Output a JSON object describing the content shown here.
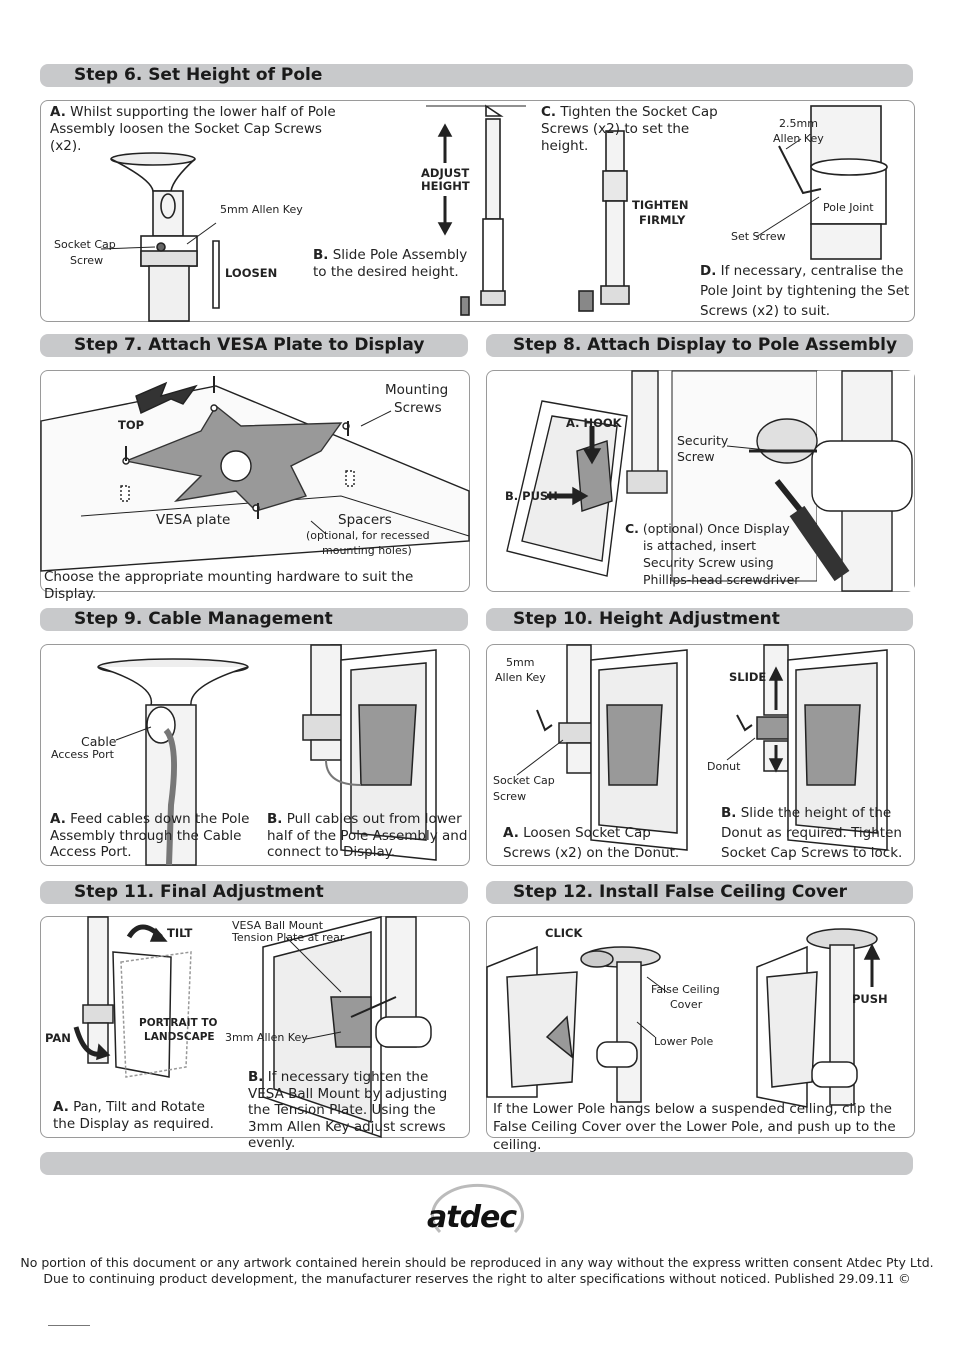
{
  "step6": {
    "title": "Step 6. Set Height of Pole",
    "a_letter": "A.",
    "a_text": "Whilst supporting the lower half of Pole Assembly loosen the Socket Cap Screws (x2).",
    "allen5": "5mm Allen Key",
    "socket_cap": "Socket Cap",
    "screw": "Screw",
    "loosen": "LOOSEN",
    "adjust": "ADJUST",
    "height": "HEIGHT",
    "b_letter": "B.",
    "b_text": "Slide Pole Assembly to the desired height.",
    "c_letter": "C.",
    "c_text": "Tighten the Socket Cap Screws (x2) to set the height.",
    "tighten": "TIGHTEN",
    "firmly": "FIRMLY",
    "allen25a": "2.5mm",
    "allen25b": "Allen Key",
    "pole_joint": "Pole Joint",
    "set_screw": "Set Screw",
    "d_letter": "D.",
    "d_text": "If necessary, centralise the Pole Joint by tightening the Set Screws (x2) to suit."
  },
  "step7": {
    "title": "Step 7. Attach VESA Plate to Display",
    "mounting": "Mounting",
    "screws": "Screws",
    "top": "TOP",
    "vesa_plate": "VESA plate",
    "spacers": "Spacers",
    "spacers_note1": "(optional, for recessed",
    "spacers_note2": "mounting holes)",
    "note": "Choose the appropriate mounting hardware to suit the Display."
  },
  "step8": {
    "title": "Step 8. Attach Display to Pole Assembly",
    "hook": "A. HOOK",
    "push": "B. PUSH",
    "security": "Security",
    "screw": "Screw",
    "c_letter": "C.",
    "c_l1": "(optional) Once Display",
    "c_l2": "is attached, insert",
    "c_l3": "Security Screw using",
    "c_l4": "Phillips-head screwdriver"
  },
  "step9": {
    "title": "Step 9. Cable Management",
    "cable": "Cable",
    "access_port": "Access Port",
    "a_letter": "A.",
    "a_text": "Feed cables down the Pole Assembly through the Cable Access Port.",
    "b_letter": "B.",
    "b_text": "Pull cables out from lower half of the Pole Assembly and connect to Display."
  },
  "step10": {
    "title": "Step 10. Height Adjustment",
    "allen5a": "5mm",
    "allen5b": "Allen Key",
    "slide": "SLIDE",
    "socket_cap": "Socket Cap",
    "screw": "Screw",
    "donut": "Donut",
    "a_letter": "A.",
    "a_text": "Loosen Socket Cap Screws (x2) on the Donut.",
    "b_letter": "B.",
    "b_text": "Slide the height of the Donut as required. Tighten Socket Cap Screws to lock."
  },
  "step11": {
    "title": "Step 11. Final Adjustment",
    "tilt": "TILT",
    "pan": "PAN",
    "portrait": "PORTRAIT TO",
    "landscape": "LANDSCAPE",
    "vesa_ball": "VESA Ball Mount",
    "tension": "Tension Plate at rear",
    "allen3": "3mm Allen Key",
    "a_letter": "A.",
    "a_text": "Pan, Tilt and Rotate the Display as required.",
    "b_letter": "B.",
    "b_text": "If necessary tighten the VESA Ball Mount by adjusting the Tension Plate. Using the 3mm Allen Key adjust screws evenly."
  },
  "step12": {
    "title": "Step 12. Install False Ceiling Cover",
    "click": "CLICK",
    "false_ceiling": "False Ceiling",
    "cover": "Cover",
    "push": "PUSH",
    "lower_pole": "Lower Pole",
    "note": "If the Lower Pole hangs below a suspended ceiling, clip the False Ceiling Cover over the Lower Pole, and push up to the ceiling."
  },
  "footer": {
    "logo": "atdec",
    "line1": "No portion of this document or any artwork contained herein should be reproduced in any way without the express written consent Atdec Pty Ltd.",
    "line2": "Due to continuing product development, the manufacturer reserves the right to alter specifications without noticed. Published 29.09.11 ©"
  }
}
